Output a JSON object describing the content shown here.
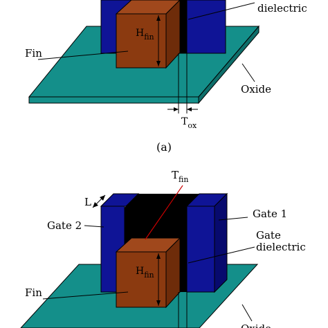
{
  "figure_a": {
    "caption": "(a)",
    "labels": {
      "fin": "Fin",
      "gate_dielectric_line2": "dielectric",
      "oxide": "Oxide",
      "h_fin_main": "H",
      "h_fin_sub": "fin",
      "t_ox_main": "T",
      "t_ox_sub": "ox"
    }
  },
  "figure_b": {
    "labels": {
      "t_fin_main": "T",
      "t_fin_sub": "fin",
      "length": "L",
      "gate1": "Gate 1",
      "gate2": "Gate 2",
      "gate_dielectric_line1": "Gate",
      "gate_dielectric_line2": "dielectric",
      "fin": "Fin",
      "h_fin_main": "H",
      "h_fin_sub": "fin",
      "oxide_partial": "Oxide"
    }
  },
  "colors": {
    "oxide": "#148f8a",
    "gate": "#0f1496",
    "gate_side": "#070a6e",
    "fin_front": "#8b3a10",
    "fin_top": "#a0481c",
    "fin_side": "#6e2c0a",
    "dielectric": "#000000",
    "tfin_line": "#cc0000"
  }
}
